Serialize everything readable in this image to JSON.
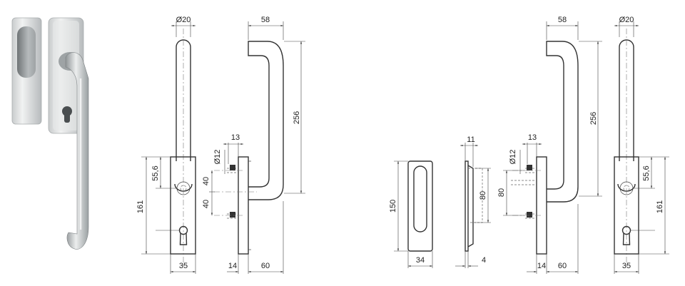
{
  "drawing": {
    "colors": {
      "line": "#333333",
      "photo_silver_light": "#e4e6e7",
      "photo_silver_dark": "#8f9496",
      "background": "#ffffff"
    },
    "left_set": {
      "front_view": {
        "width_top": "Ø20",
        "height_161": "161",
        "height_55_6": "55,6",
        "width_bottom": "35"
      },
      "side_view": {
        "depth_top": "58",
        "length_256": "256",
        "spacing_13": "13",
        "diameter_12": "Ø12",
        "spacing_40a": "40",
        "spacing_40b": "40",
        "plate_14": "14",
        "projection_60": "60"
      }
    },
    "right_set": {
      "flush_plate": {
        "height_150": "150",
        "width_34": "34"
      },
      "plate_side": {
        "top_11": "11",
        "height_80": "80",
        "bottom_4": "4"
      },
      "handle_side": {
        "depth_top": "58",
        "length_256": "256",
        "spacing_13": "13",
        "diameter_12": "Ø12",
        "spacing_80": "80",
        "plate_14": "14",
        "projection_60": "60"
      },
      "front_view": {
        "width_top": "Ø20",
        "height_55_6": "55,6",
        "height_161": "161",
        "width_bottom": "35"
      }
    }
  }
}
